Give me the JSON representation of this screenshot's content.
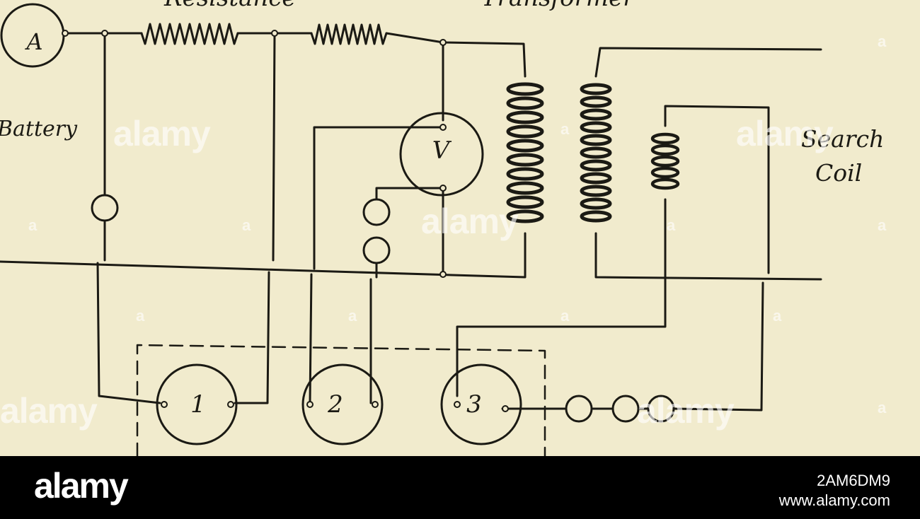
{
  "labels": {
    "resistance": "Resistance",
    "transformer": "Transformer",
    "battery": "Battery",
    "search": "Search",
    "coil": "Coil"
  },
  "meters": {
    "ammeter": "A",
    "voltmeter": "V",
    "instrument_1": "1",
    "instrument_2": "2",
    "instrument_3": "3"
  },
  "watermark": {
    "text": "alamy",
    "small": "a"
  },
  "footer": {
    "logo": "alamy",
    "image_id": "2AM6DM9",
    "url": "www.alamy.com"
  },
  "colors": {
    "paper": "#f1ebcd",
    "ink": "#1b1a14",
    "footer": "#000000"
  }
}
